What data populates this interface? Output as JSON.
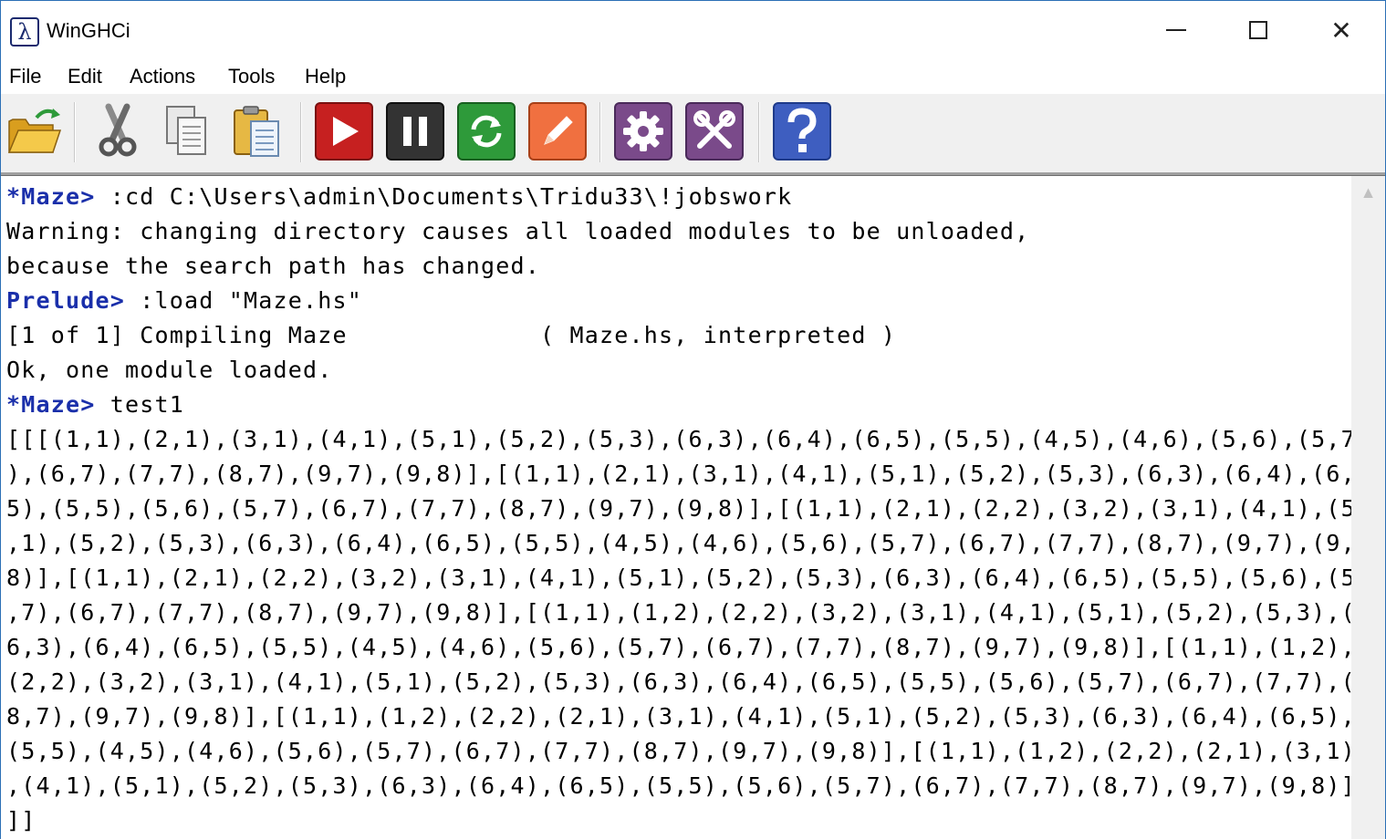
{
  "window": {
    "title": "WinGHCi",
    "app_icon_glyph": "λ",
    "app_icon_name": "lambda-icon",
    "minimize_label": "",
    "maximize_label": "",
    "close_label": "✕"
  },
  "menu": {
    "items": [
      "File",
      "Edit",
      "Actions",
      "Tools",
      "Help"
    ]
  },
  "toolbar": {
    "buttons": [
      {
        "name": "open-folder-icon",
        "color": "#e9b634"
      },
      {
        "name": "cut-icon",
        "color": "#777777"
      },
      {
        "name": "copy-icon",
        "color": "#8a8a8a"
      },
      {
        "name": "paste-icon",
        "color": "#e6b844"
      },
      {
        "name": "run-icon",
        "color": "#c62020"
      },
      {
        "name": "pause-icon",
        "color": "#333333"
      },
      {
        "name": "reload-icon",
        "color": "#2e9a3a"
      },
      {
        "name": "edit-icon",
        "color": "#f07040"
      },
      {
        "name": "options-icon",
        "color": "#7a4a8a"
      },
      {
        "name": "tools-icon",
        "color": "#7a4a8a"
      },
      {
        "name": "help-icon",
        "color": "#3e5ec0"
      }
    ]
  },
  "console": {
    "prompt_color": "#1a2faa",
    "lines": [
      {
        "prompt": "*Maze> ",
        "text": ":cd C:\\Users\\admin\\Documents\\Tridu33\\!jobswork"
      },
      {
        "prompt": "",
        "text": "Warning: changing directory causes all loaded modules to be unloaded,"
      },
      {
        "prompt": "",
        "text": "because the search path has changed."
      },
      {
        "prompt": "Prelude> ",
        "text": ":load \"Maze.hs\""
      },
      {
        "prompt": "",
        "text": "[1 of 1] Compiling Maze             ( Maze.hs, interpreted )"
      },
      {
        "prompt": "",
        "text": "Ok, one module loaded."
      },
      {
        "prompt": "*Maze> ",
        "text": "test1"
      },
      {
        "prompt": "",
        "text": "[[[(1,1),(2,1),(3,1),(4,1),(5,1),(5,2),(5,3),(6,3),(6,4),(6,5),(5,5),(4,5),(4,6),(5,6),(5,7"
      },
      {
        "prompt": "",
        "text": "),(6,7),(7,7),(8,7),(9,7),(9,8)],[(1,1),(2,1),(3,1),(4,1),(5,1),(5,2),(5,3),(6,3),(6,4),(6,"
      },
      {
        "prompt": "",
        "text": "5),(5,5),(5,6),(5,7),(6,7),(7,7),(8,7),(9,7),(9,8)],[(1,1),(2,1),(2,2),(3,2),(3,1),(4,1),(5"
      },
      {
        "prompt": "",
        "text": ",1),(5,2),(5,3),(6,3),(6,4),(6,5),(5,5),(4,5),(4,6),(5,6),(5,7),(6,7),(7,7),(8,7),(9,7),(9,"
      },
      {
        "prompt": "",
        "text": "8)],[(1,1),(2,1),(2,2),(3,2),(3,1),(4,1),(5,1),(5,2),(5,3),(6,3),(6,4),(6,5),(5,5),(5,6),(5"
      },
      {
        "prompt": "",
        "text": ",7),(6,7),(7,7),(8,7),(9,7),(9,8)],[(1,1),(1,2),(2,2),(3,2),(3,1),(4,1),(5,1),(5,2),(5,3),("
      },
      {
        "prompt": "",
        "text": "6,3),(6,4),(6,5),(5,5),(4,5),(4,6),(5,6),(5,7),(6,7),(7,7),(8,7),(9,7),(9,8)],[(1,1),(1,2),"
      },
      {
        "prompt": "",
        "text": "(2,2),(3,2),(3,1),(4,1),(5,1),(5,2),(5,3),(6,3),(6,4),(6,5),(5,5),(5,6),(5,7),(6,7),(7,7),("
      },
      {
        "prompt": "",
        "text": "8,7),(9,7),(9,8)],[(1,1),(1,2),(2,2),(2,1),(3,1),(4,1),(5,1),(5,2),(5,3),(6,3),(6,4),(6,5),"
      },
      {
        "prompt": "",
        "text": "(5,5),(4,5),(4,6),(5,6),(5,7),(6,7),(7,7),(8,7),(9,7),(9,8)],[(1,1),(1,2),(2,2),(2,1),(3,1)"
      },
      {
        "prompt": "",
        "text": ",(4,1),(5,1),(5,2),(5,3),(6,3),(6,4),(6,5),(5,5),(5,6),(5,7),(6,7),(7,7),(8,7),(9,7),(9,8)]"
      },
      {
        "prompt": "",
        "text": "]]"
      }
    ]
  }
}
